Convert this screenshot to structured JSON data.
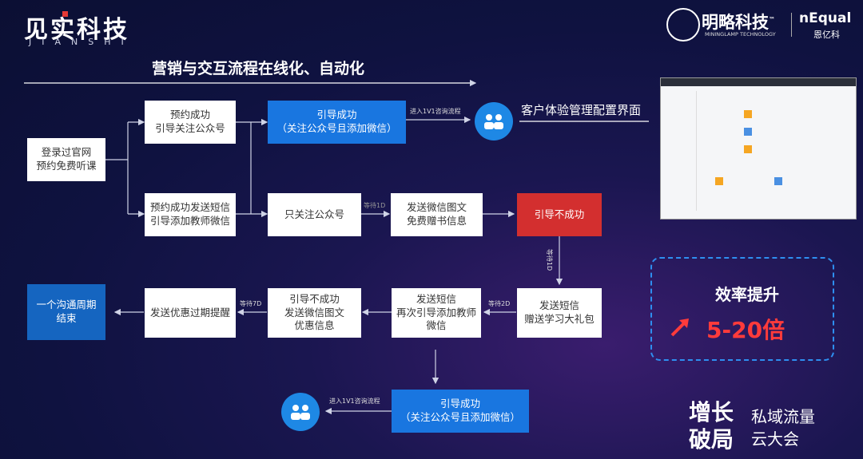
{
  "header": {
    "logo_cn": "见实科技",
    "logo_en": "JIANSHI",
    "title": "营销与交互流程在线化、自动化",
    "brand1_cn": "明略科技",
    "brand1_sup": "™",
    "brand1_en": "MININGLAMP TECHNOLOGY",
    "brand2_en": "nEqual",
    "brand2_cn": "恩亿科"
  },
  "nodes": {
    "start": "登录过官网\n预约免费听课",
    "book_follow": "预约成功\n引导关注公众号",
    "lead_success_top": "引导成功\n（关注公众号且添加微信）",
    "book_sms": "预约成功发送短信\n引导添加教师微信",
    "only_follow": "只关注公众号",
    "send_wechat_book": "发送微信图文\n免费赠书信息",
    "lead_fail": "引导不成功",
    "send_sms_gift": "发送短信\n赠送学习大礼包",
    "send_sms_again": "发送短信\n再次引导添加教师\n微信",
    "fail_wechat_discount": "引导不成功\n发送微信图文\n优惠信息",
    "send_discount_expire": "发送优惠过期提醒",
    "cycle_end": "一个沟通周期\n结束",
    "lead_success_bottom": "引导成功\n（关注公众号且添加微信）"
  },
  "labels": {
    "enter_1v1_top": "进入1V1咨询流程",
    "enter_1v1_bottom": "进入1V1咨询流程",
    "wait_1d_a": "等待1D",
    "wait_1d_b": "等待1D",
    "wait_2d": "等待2D",
    "wait_7d": "等待7D"
  },
  "side": {
    "config_title": "客户体验管理配置界面",
    "efficiency_title": "效率提升",
    "efficiency_value": "5-20倍"
  },
  "footer": {
    "growth_line1": "增长",
    "growth_line2": "破局",
    "event_line1": "私域流量",
    "event_line2": "云大会"
  },
  "colors": {
    "accent_blue": "#1976e0",
    "fail_red": "#d32f2f",
    "highlight_red": "#ff3b3b"
  }
}
